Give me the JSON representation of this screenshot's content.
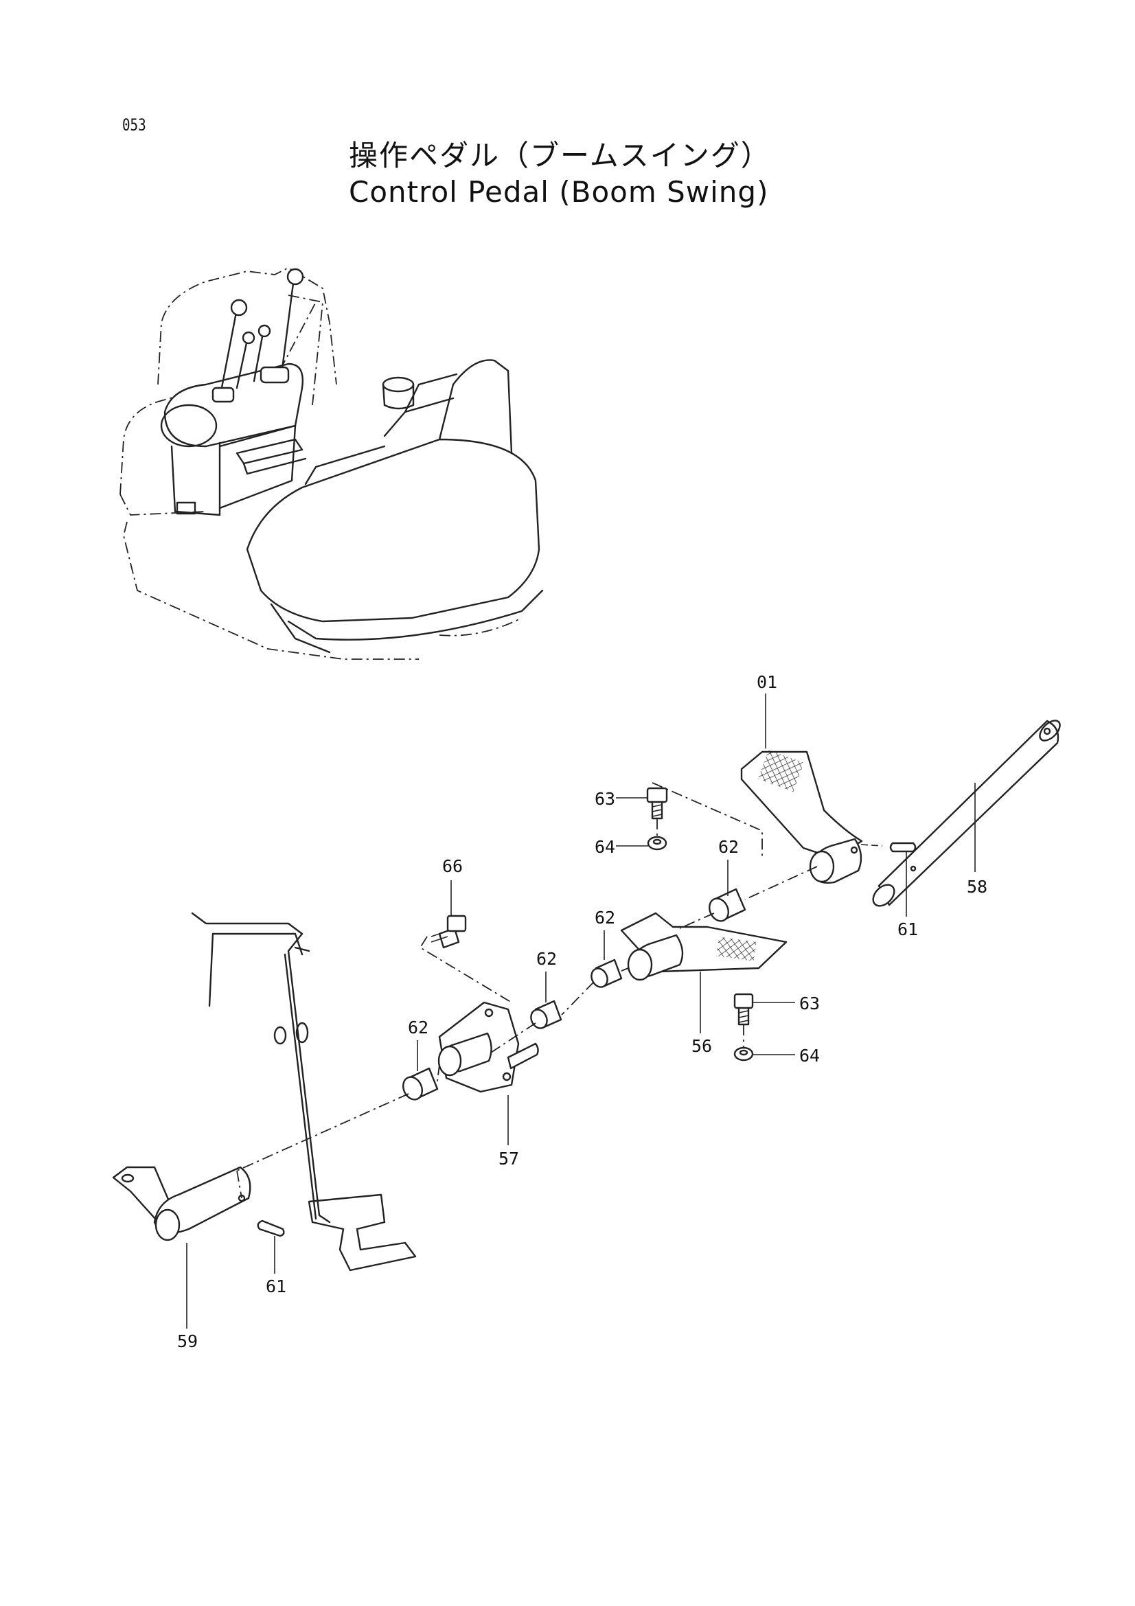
{
  "page_number": "053",
  "title_jp": "操作ペダル（ブームスイング）",
  "title_en": "Control Pedal (Boom Swing)",
  "callouts": [
    {
      "id": "01"
    },
    {
      "id": "63"
    },
    {
      "id": "64"
    },
    {
      "id": "62"
    },
    {
      "id": "58"
    },
    {
      "id": "61"
    },
    {
      "id": "66"
    },
    {
      "id": "62"
    },
    {
      "id": "62"
    },
    {
      "id": "63"
    },
    {
      "id": "56"
    },
    {
      "id": "64"
    },
    {
      "id": "62"
    },
    {
      "id": "57"
    },
    {
      "id": "61"
    },
    {
      "id": "59"
    }
  ]
}
